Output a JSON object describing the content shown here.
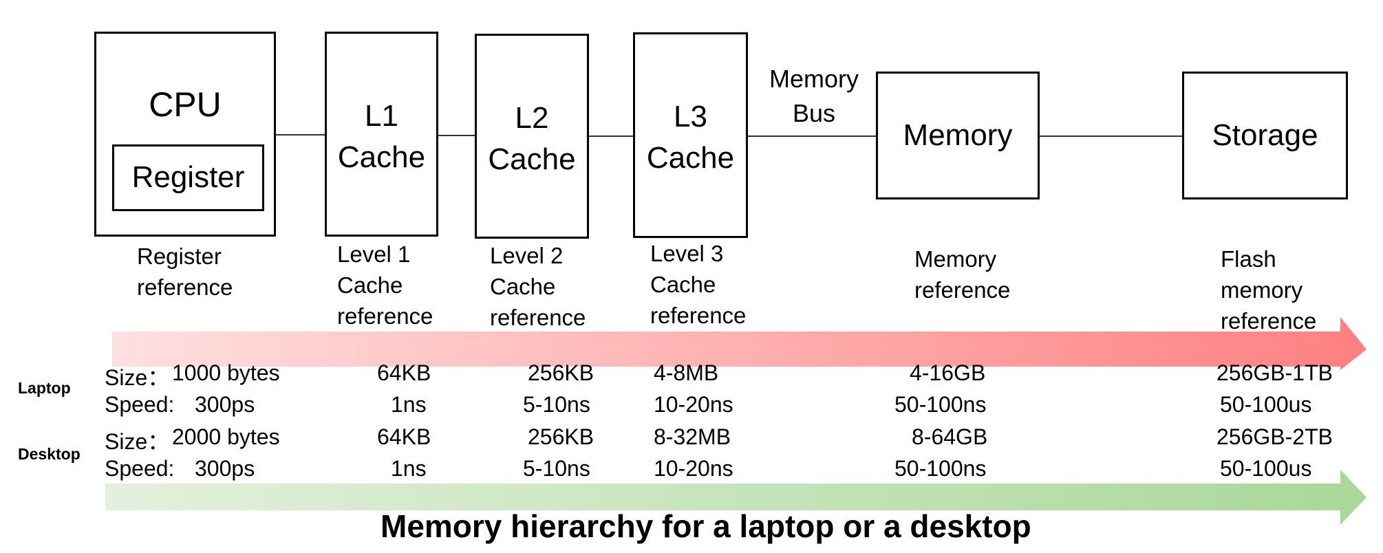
{
  "components": {
    "cpu": {
      "label": "CPU",
      "register": "Register"
    },
    "l1": {
      "line1": "L1",
      "line2": "Cache"
    },
    "l2": {
      "line1": "L2",
      "line2": "Cache"
    },
    "l3": {
      "line1": "L3",
      "line2": "Cache"
    },
    "memory_bus": {
      "line1": "Memory",
      "line2": "Bus"
    },
    "memory": {
      "label": "Memory"
    },
    "storage": {
      "label": "Storage"
    }
  },
  "references": [
    [
      "Register",
      "reference"
    ],
    [
      "Level 1",
      "Cache",
      "reference"
    ],
    [
      "Level 2",
      "Cache",
      "reference"
    ],
    [
      "Level 3",
      "Cache",
      "reference"
    ],
    [
      "Memory",
      "reference"
    ],
    [
      "Flash",
      "memory",
      "reference"
    ]
  ],
  "devices": {
    "laptop": {
      "name": "Laptop",
      "size_label": "Size：",
      "speed_label": "Speed:",
      "sizes": [
        "1000 bytes",
        "64KB",
        "256KB",
        "4-8MB",
        "4-16GB",
        "256GB-1TB"
      ],
      "speeds": [
        "300ps",
        "1ns",
        "5-10ns",
        "10-20ns",
        "50-100ns",
        "50-100us"
      ]
    },
    "desktop": {
      "name": "Desktop",
      "size_label": "Size：",
      "speed_label": "Speed:",
      "sizes": [
        "2000 bytes",
        "64KB",
        "256KB",
        "8-32MB",
        "8-64GB",
        "256GB-2TB"
      ],
      "speeds": [
        "300ps",
        "1ns",
        "5-10ns",
        "10-20ns",
        "50-100ns",
        "50-100us"
      ]
    }
  },
  "arrows": {
    "red": {
      "from": "#FFE0E0",
      "to": "#FF8080"
    },
    "green": {
      "from": "#E4F0DE",
      "to": "#A9D898"
    }
  },
  "title": "Memory hierarchy for a laptop or a desktop"
}
